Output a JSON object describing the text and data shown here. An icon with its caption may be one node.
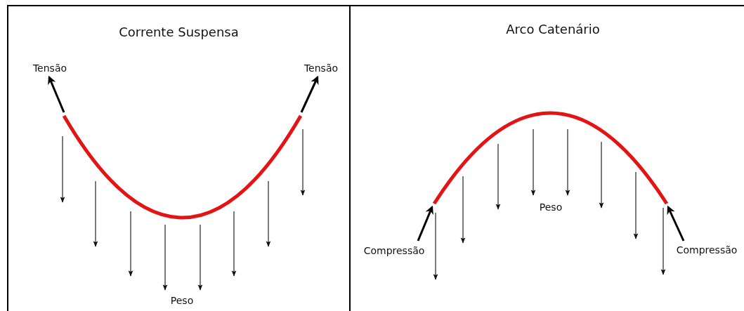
{
  "diagram": {
    "nodes": [
      {
        "text": [
          "Corrente Suspensa"
        ]
      },
      {
        "text": [
          "Arco Catenário"
        ]
      }
    ],
    "labels": [
      "Tensão",
      "Tensão",
      "Peso",
      "Compressão",
      "Peso",
      "Compressão"
    ]
  }
}
